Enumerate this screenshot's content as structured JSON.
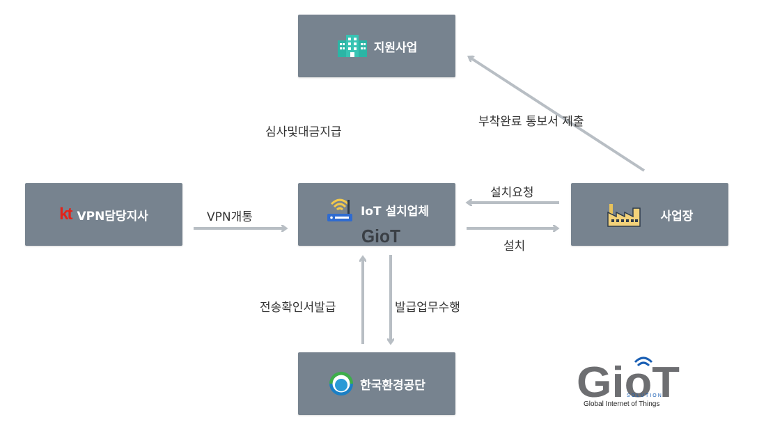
{
  "nodes": {
    "support": {
      "label": "지원사업",
      "icon": "building-icon"
    },
    "vpn": {
      "label": "VPN담당지사",
      "icon": "kt-logo",
      "logo_text": "kt"
    },
    "iot": {
      "label": "IoT 설치업체",
      "icon": "router-icon"
    },
    "site": {
      "label": "사업장",
      "icon": "factory-icon"
    },
    "keco": {
      "label": "한국환경공단",
      "icon": "keco-logo-icon"
    }
  },
  "edges": {
    "review_payment": "심사및대금지급",
    "completion_report": "부착완료 통보서 제출",
    "vpn_open": "VPN개통",
    "install_request": "설치요청",
    "install": "설치",
    "transmission_cert": "전송확인서발급",
    "issuance_work": "발급업무수행"
  },
  "brand": {
    "logo_text": "GioT",
    "tagline": "Global Internet of Things",
    "solution": "SOLUTION"
  },
  "colors": {
    "node_bg": "#77838f",
    "arrow": "#b8bec4",
    "brand_blue": "#1a5fb4",
    "brand_gray": "#6d6e71"
  }
}
